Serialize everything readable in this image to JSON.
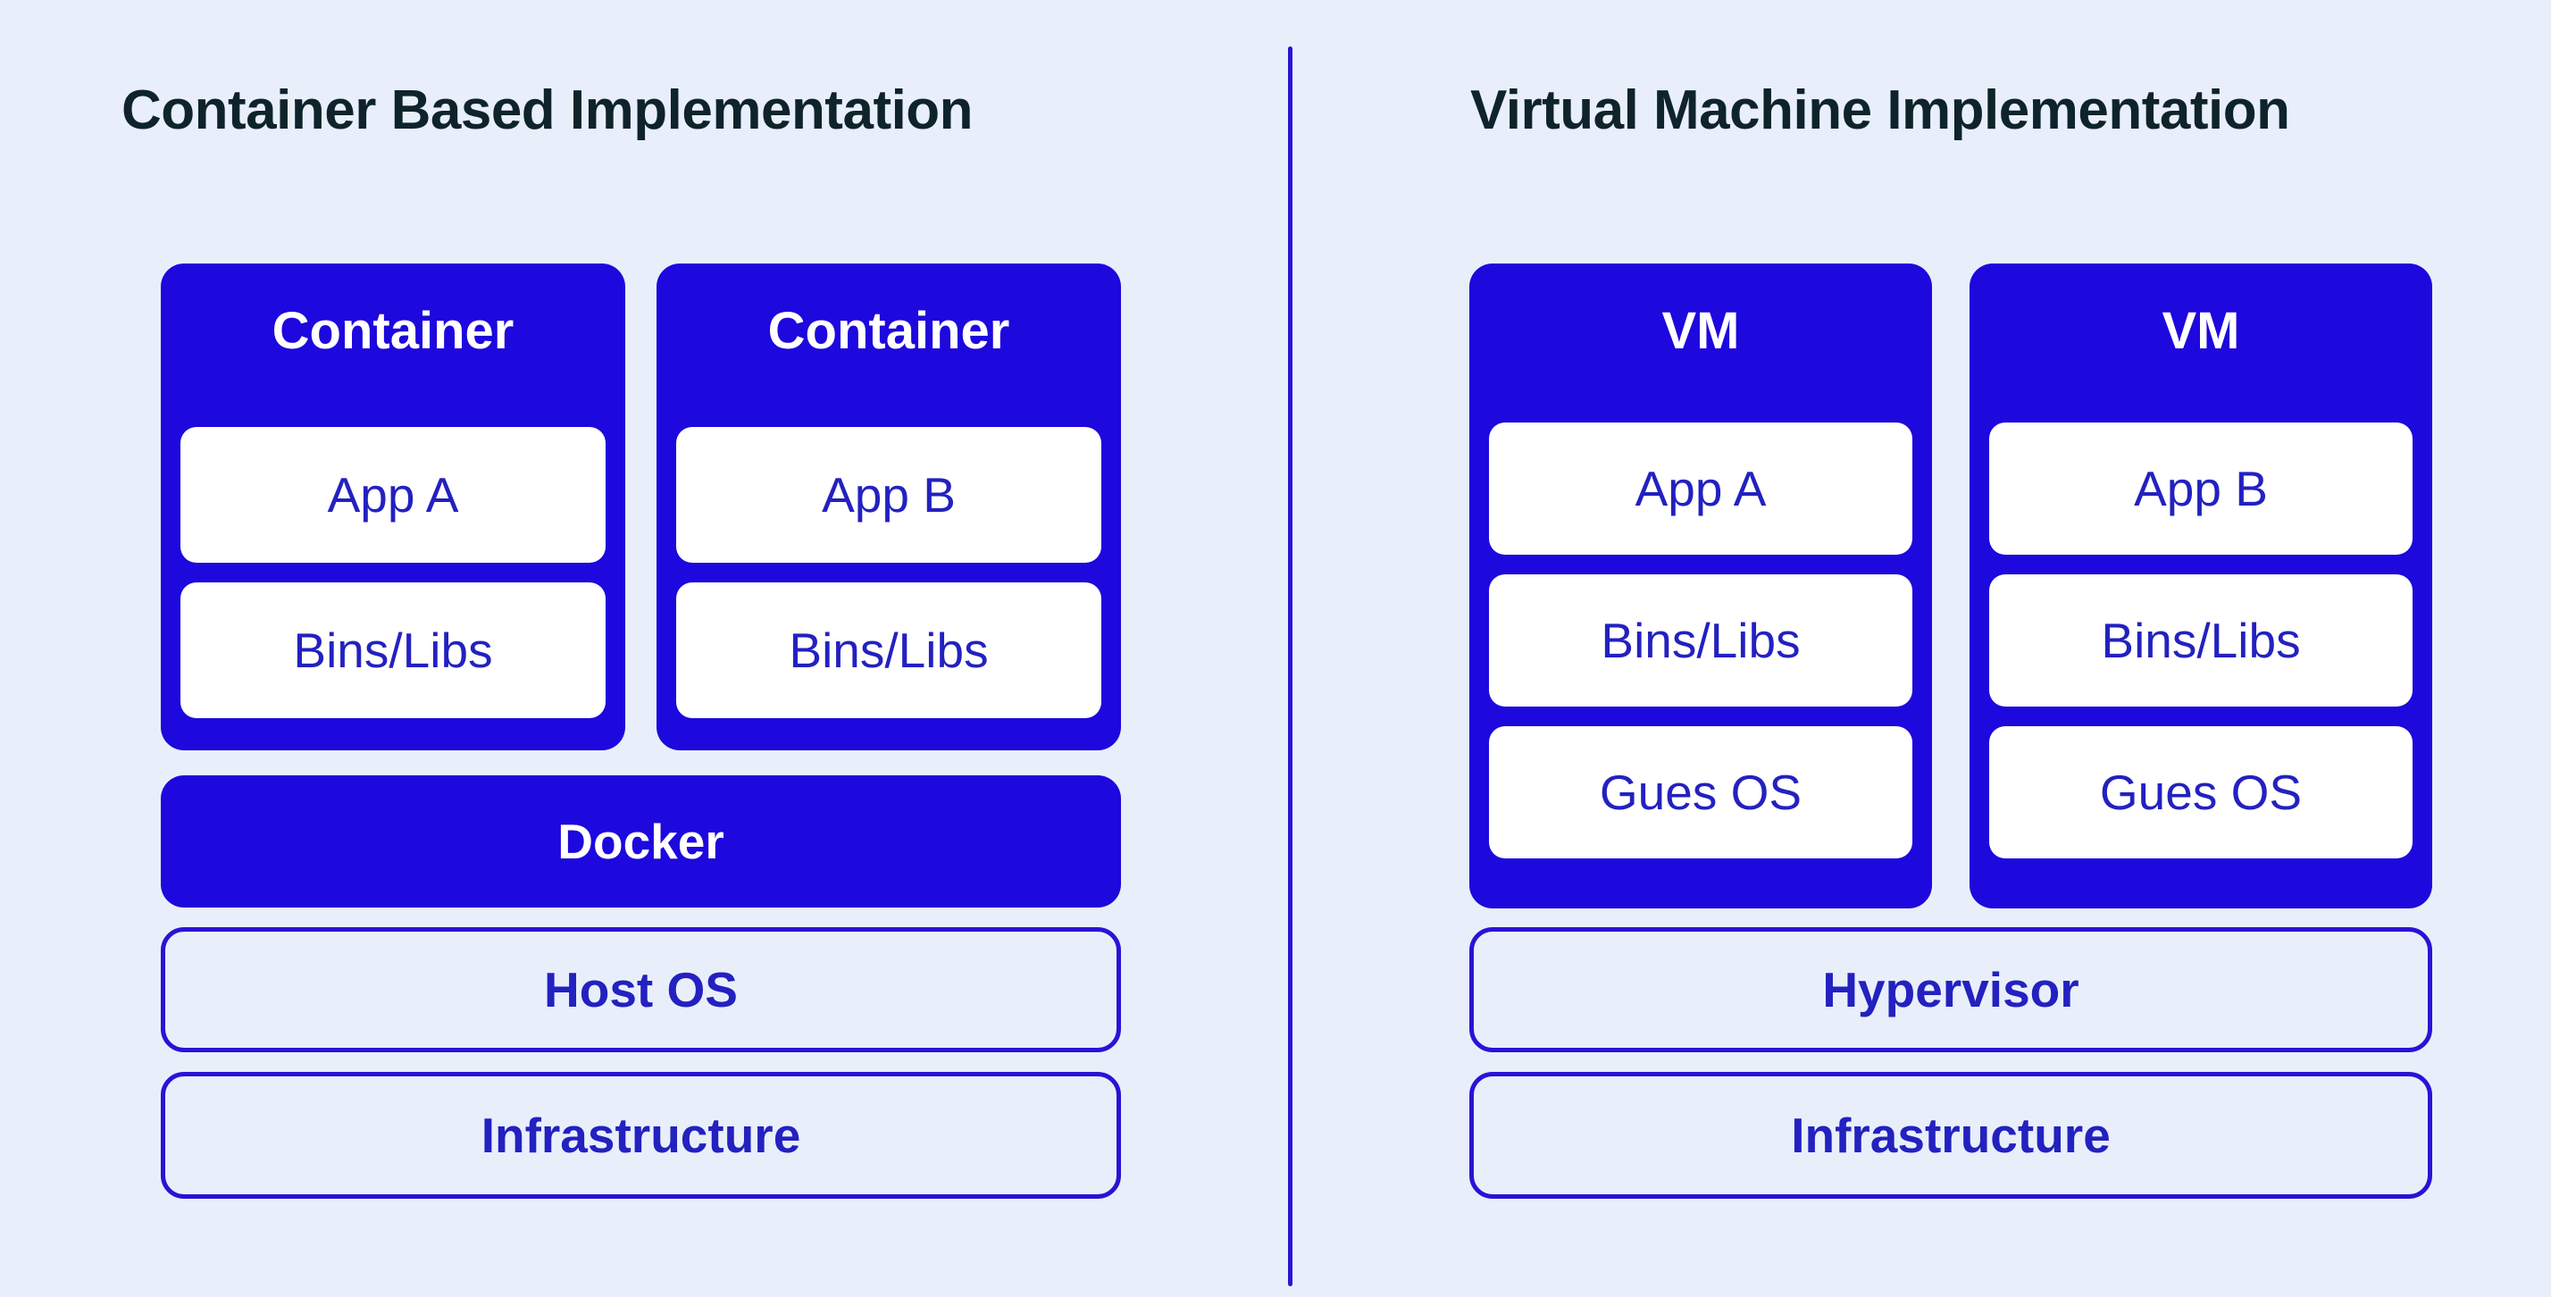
{
  "canvas": {
    "background_color": "#e8effa",
    "accent_blue": "#1d08dd",
    "outline_blue": "#2b12d6",
    "label_blue": "#2321c0",
    "title_color": "#0f232b"
  },
  "left_panel": {
    "title": "Container Based Implementation",
    "columns": [
      {
        "header": "Container",
        "layers": [
          "App A",
          "Bins/Libs"
        ]
      },
      {
        "header": "Container",
        "layers": [
          "App B",
          "Bins/Libs"
        ]
      }
    ],
    "base_layers": [
      {
        "label": "Docker",
        "style": "solid"
      },
      {
        "label": "Host OS",
        "style": "outline"
      },
      {
        "label": "Infrastructure",
        "style": "outline"
      }
    ]
  },
  "right_panel": {
    "title": "Virtual Machine Implementation",
    "columns": [
      {
        "header": "VM",
        "layers": [
          "App A",
          "Bins/Libs",
          "Gues OS"
        ]
      },
      {
        "header": "VM",
        "layers": [
          "App B",
          "Bins/Libs",
          "Gues OS"
        ]
      }
    ],
    "base_layers": [
      {
        "label": "Hypervisor",
        "style": "outline"
      },
      {
        "label": "Infrastructure",
        "style": "outline"
      }
    ]
  }
}
